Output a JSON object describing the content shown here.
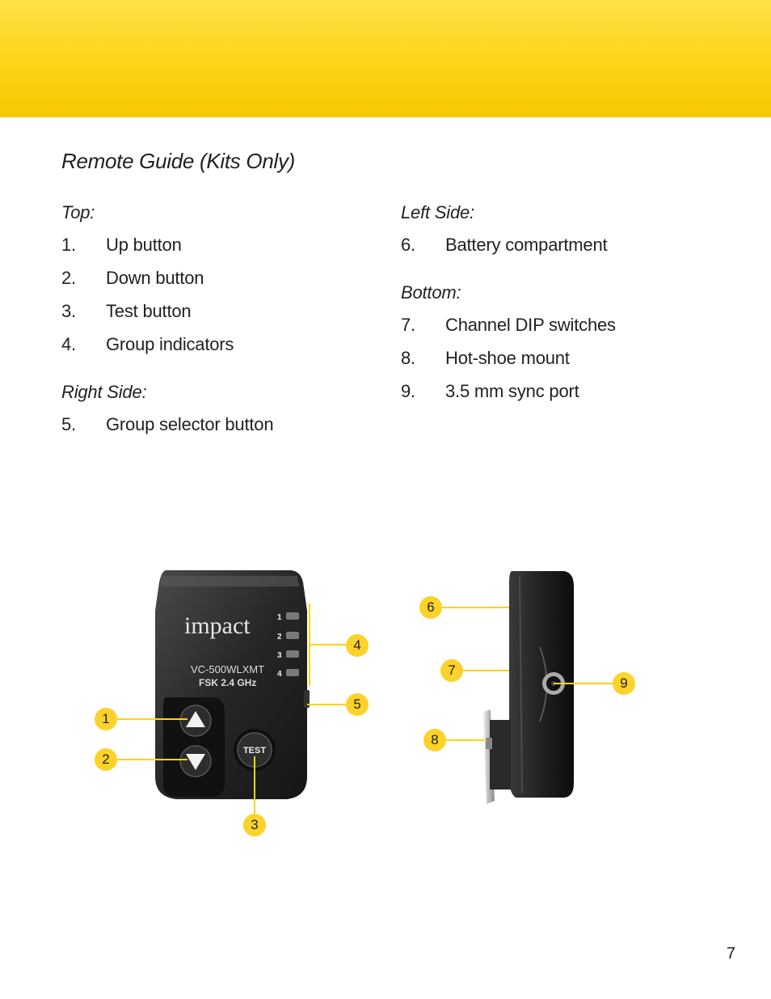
{
  "header": {
    "banner_color": "#fcd316"
  },
  "title": "Remote Guide (Kits Only)",
  "columns": [
    {
      "sections": [
        {
          "heading": "Top:",
          "items": [
            {
              "num": "1.",
              "label": "Up button"
            },
            {
              "num": "2.",
              "label": "Down button"
            },
            {
              "num": "3.",
              "label": "Test button"
            },
            {
              "num": "4.",
              "label": "Group indicators"
            }
          ]
        },
        {
          "heading": "Right Side:",
          "items": [
            {
              "num": "5.",
              "label": "Group selector button"
            }
          ]
        }
      ]
    },
    {
      "sections": [
        {
          "heading": "Left Side:",
          "items": [
            {
              "num": "6.",
              "label": "Battery compartment"
            }
          ]
        },
        {
          "heading": "Bottom:",
          "items": [
            {
              "num": "7.",
              "label": "Channel DIP switches"
            },
            {
              "num": "8.",
              "label": "Hot-shoe mount"
            },
            {
              "num": "9.",
              "label": "3.5 mm sync port"
            }
          ]
        }
      ]
    }
  ],
  "device": {
    "brand": "impact",
    "model": "VC-500WLXMT",
    "spec": "FSK 2.4 GHz",
    "test_label": "TEST",
    "group_numbers": [
      "1",
      "2",
      "3",
      "4"
    ]
  },
  "callouts": [
    "1",
    "2",
    "3",
    "4",
    "5",
    "6",
    "7",
    "8",
    "9"
  ],
  "page_number": "7"
}
